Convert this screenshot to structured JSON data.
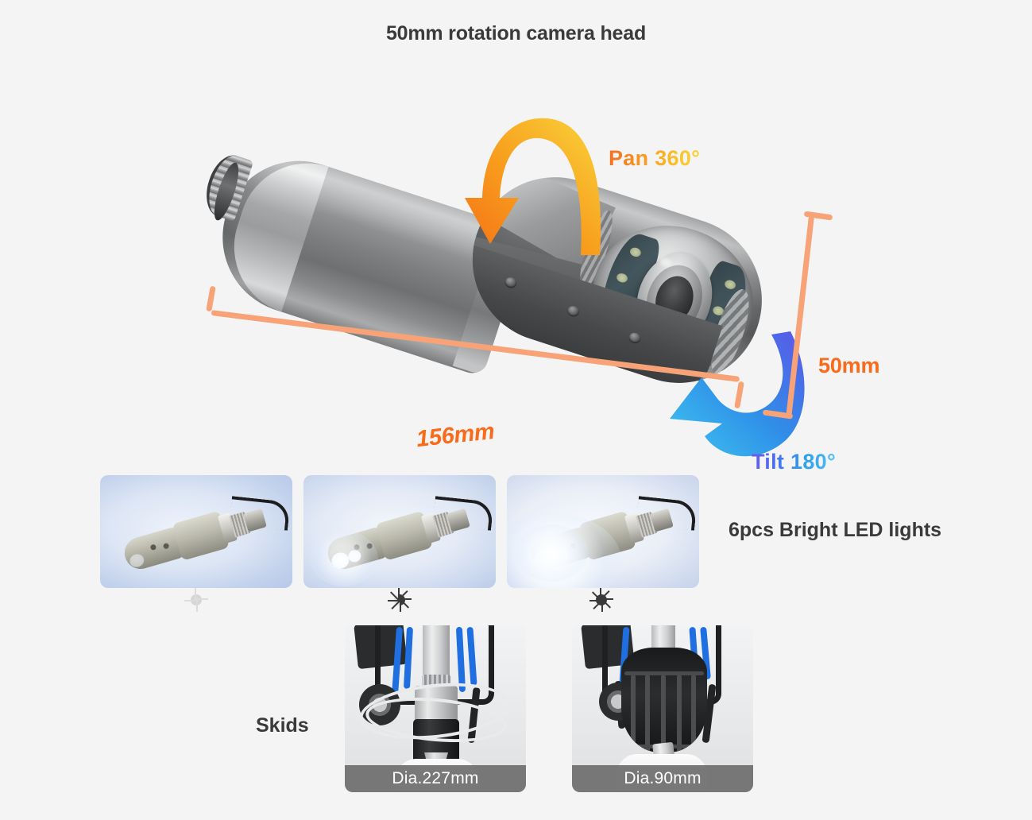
{
  "page": {
    "title": "50mm rotation camera head",
    "background_color": "#f4f4f4"
  },
  "hero": {
    "pan_label": "Pan 360°",
    "tilt_label": "Tilt 180°",
    "pan_color_start": "#f26f21",
    "pan_color_end": "#fbd336",
    "tilt_color_start": "#6c5ce7",
    "tilt_color_end": "#4fc3f7",
    "dimension_color": "#f96a1b",
    "dimension_line_color": "#f7a377",
    "length_label": "156mm",
    "diameter_label": "50mm",
    "product_alt": "stainless steel pan-tilt pipeline inspection camera head"
  },
  "led_section": {
    "caption": "6pcs Bright LED lights",
    "thumbnails": [
      {
        "icon": "brightness-off-icon",
        "level": "off",
        "icon_color": "#d3d3d3"
      },
      {
        "icon": "brightness-half-icon",
        "level": "medium",
        "icon_color": "#3a3a3a"
      },
      {
        "icon": "brightness-full-icon",
        "level": "high",
        "icon_color": "#3a3a3a"
      }
    ]
  },
  "skids_section": {
    "label": "Skids",
    "items": [
      {
        "caption": "Dia.227mm",
        "type": "wire-hoop-skid"
      },
      {
        "caption": "Dia.90mm",
        "type": "cage-skid"
      }
    ],
    "caption_bg": "#6e6e6e",
    "caption_color": "#ffffff"
  }
}
